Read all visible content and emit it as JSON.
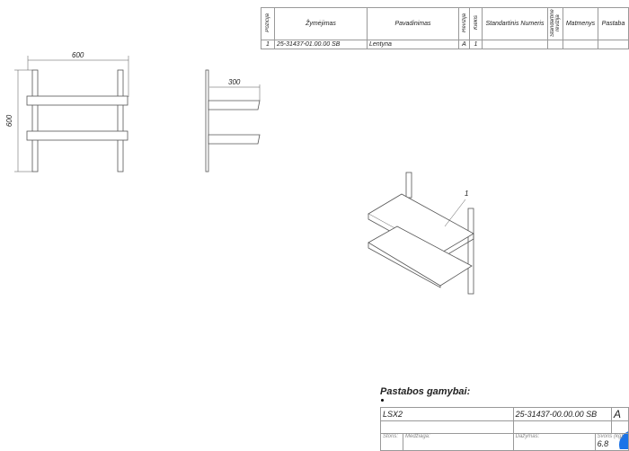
{
  "bom": {
    "headers": [
      "Pozicija",
      "Žymėjimas",
      "Pavadinimas",
      "Revizija",
      "Kiekis",
      "Standartinis Numeris",
      "Standartinė revizija",
      "Matmenys",
      "Pastaba"
    ],
    "rows": [
      [
        "1",
        "25-31437-01.00.00 SB",
        "Lentyna",
        "A",
        "1",
        "",
        "",
        "",
        ""
      ]
    ]
  },
  "drawing": {
    "front_width_dim": "600",
    "front_height_dim": "600",
    "side_depth_dim": "300",
    "balloon": "1"
  },
  "notes": {
    "title": "Pastabos gamybai:",
    "bullet": "•"
  },
  "title_block": {
    "name": "LSX2",
    "code": "25-31437-00.00.00 SB",
    "revision": "A",
    "thickness_label": "Storis:",
    "material_label": "Medžiaga:",
    "paint_label": "Dažymas:",
    "weight_label": "Svoris (kg):",
    "weight_value": "6.8"
  },
  "colors": {
    "line": "#555555",
    "accent_circle": "#1a73e8"
  }
}
